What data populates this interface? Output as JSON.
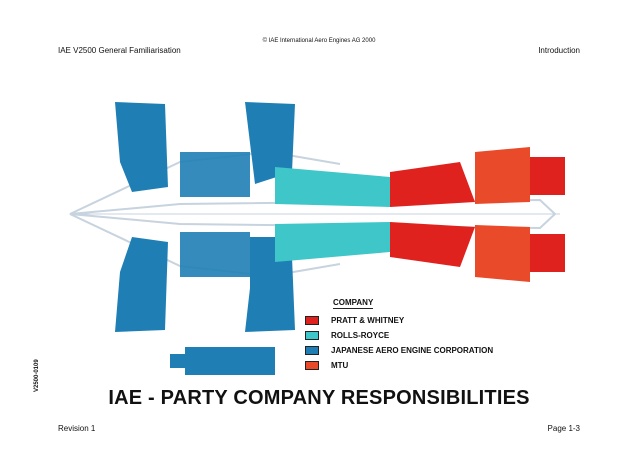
{
  "header": {
    "copyright": "© IAE International Aero Engines AG 2000",
    "left": "IAE V2500 General Familiarisation",
    "right": "Introduction"
  },
  "footer": {
    "left": "Revision 1",
    "right": "Page 1-3"
  },
  "figure": {
    "reference": "V2500-0109",
    "title": "IAE - PARTY COMPANY RESPONSIBILITIES"
  },
  "legend": {
    "heading": "COMPANY",
    "items": [
      {
        "label": "PRATT & WHITNEY",
        "color": "#e0221e"
      },
      {
        "label": "ROLLS-ROYCE",
        "color": "#3fc6c8"
      },
      {
        "label": "JAPANESE AERO ENGINE CORPORATION",
        "color": "#1f7fb5"
      },
      {
        "label": "MTU",
        "color": "#e84a2a"
      }
    ]
  },
  "colors": {
    "jaec": "#1f7fb5",
    "rolls_royce": "#3fc6c8",
    "pratt_whitney": "#e0221e",
    "mtu": "#e84a2a",
    "outline": "#c7d3de"
  }
}
